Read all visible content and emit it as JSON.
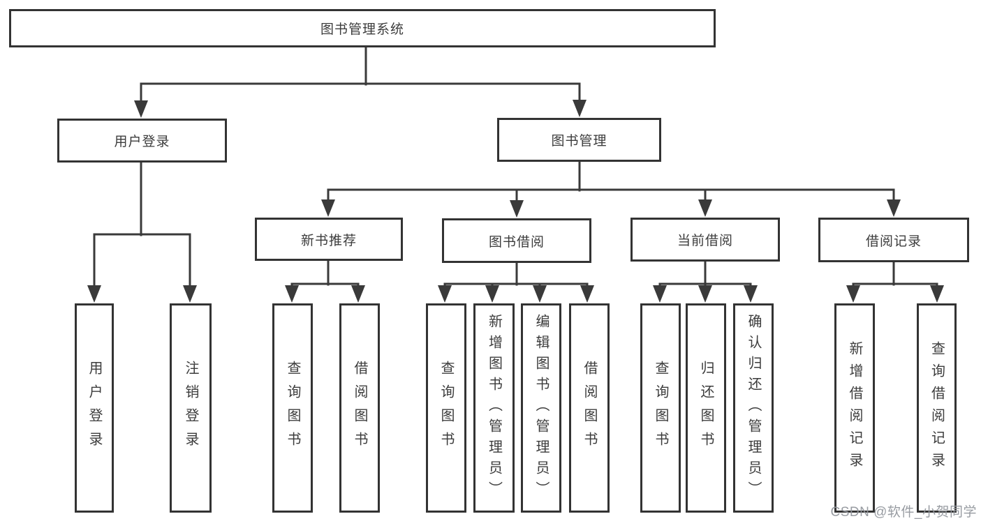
{
  "diagram": {
    "type": "hierarchy-tree",
    "nodes": {
      "root": "图书管理系统",
      "user_login": "用户登录",
      "book_mgmt": "图书管理",
      "login": "用户登录",
      "logout": "注销登录",
      "new_book": "新书推荐",
      "book_borrow": "图书借阅",
      "current_borrow": "当前借阅",
      "borrow_record": "借阅记录",
      "nb_query": "查询图书",
      "nb_borrow": "借阅图书",
      "bb_query": "查询图书",
      "bb_add": "新增图书（管理员）",
      "bb_edit": "编辑图书（管理员）",
      "bb_borrow": "借阅图书",
      "cb_query": "查询图书",
      "cb_return": "归还图书",
      "cb_confirm": "确认归还（管理员）",
      "br_add": "新增借阅记录",
      "br_query": "查询借阅记录"
    },
    "edges": [
      [
        "图书管理系统",
        "用户登录"
      ],
      [
        "图书管理系统",
        "图书管理"
      ],
      [
        "用户登录",
        "用户登录"
      ],
      [
        "用户登录",
        "注销登录"
      ],
      [
        "图书管理",
        "新书推荐"
      ],
      [
        "图书管理",
        "图书借阅"
      ],
      [
        "图书管理",
        "当前借阅"
      ],
      [
        "图书管理",
        "借阅记录"
      ],
      [
        "新书推荐",
        "查询图书"
      ],
      [
        "新书推荐",
        "借阅图书"
      ],
      [
        "图书借阅",
        "查询图书"
      ],
      [
        "图书借阅",
        "新增图书（管理员）"
      ],
      [
        "图书借阅",
        "编辑图书（管理员）"
      ],
      [
        "图书借阅",
        "借阅图书"
      ],
      [
        "当前借阅",
        "查询图书"
      ],
      [
        "当前借阅",
        "归还图书"
      ],
      [
        "当前借阅",
        "确认归还（管理员）"
      ],
      [
        "借阅记录",
        "新增借阅记录"
      ],
      [
        "借阅记录",
        "查询借阅记录"
      ]
    ],
    "colors": {
      "line": "#3a3a3a",
      "box_border": "#333333",
      "text": "#3c3c3c",
      "background": "#ffffff",
      "watermark": "#92979d"
    }
  },
  "watermark": "CSDN @软件_小贺同学"
}
